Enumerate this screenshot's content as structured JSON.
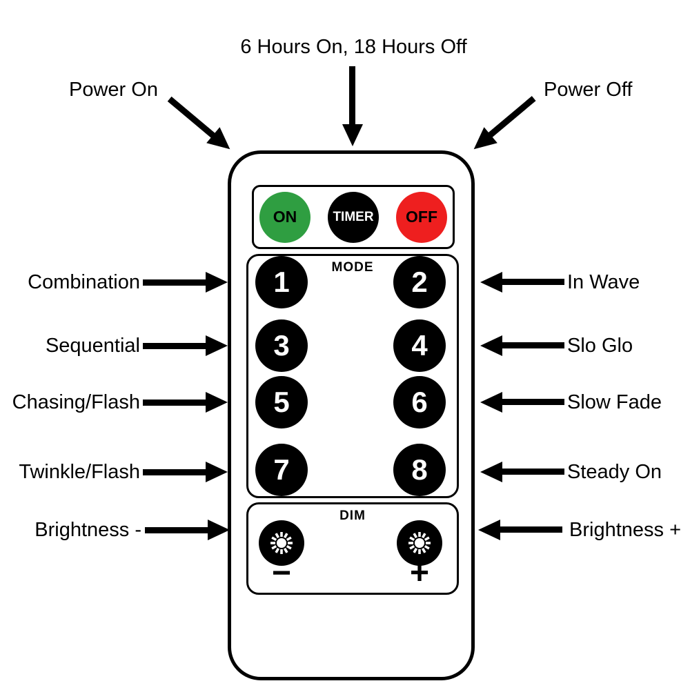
{
  "callouts": {
    "timer": "6 Hours On, 18 Hours Off",
    "power_on": "Power On",
    "power_off": "Power Off",
    "left": [
      "Combination",
      "Sequential",
      "Chasing/Flash",
      "Twinkle/Flash",
      "Brightness -"
    ],
    "right": [
      "In Wave",
      "Slo Glo",
      "Slow Fade",
      "Steady On",
      "Brightness +"
    ]
  },
  "remote": {
    "power_buttons": [
      {
        "label": "ON",
        "color": "#2f9e41",
        "text_color": "#000000"
      },
      {
        "label": "TIMER",
        "color": "#000000",
        "text_color": "#ffffff"
      },
      {
        "label": "OFF",
        "color": "#ee1f1f",
        "text_color": "#000000"
      }
    ],
    "mode": {
      "label": "MODE",
      "buttons": [
        "1",
        "2",
        "3",
        "4",
        "5",
        "6",
        "7",
        "8"
      ]
    },
    "dim": {
      "label": "DIM",
      "minus_label": "−",
      "plus_label": "+"
    }
  },
  "icons": {
    "dim_buttons": "sun-rays-icon"
  },
  "colors": {
    "background": "#ffffff",
    "outline": "#000000",
    "on_button": "#2f9e41",
    "off_button": "#ee1f1f"
  }
}
